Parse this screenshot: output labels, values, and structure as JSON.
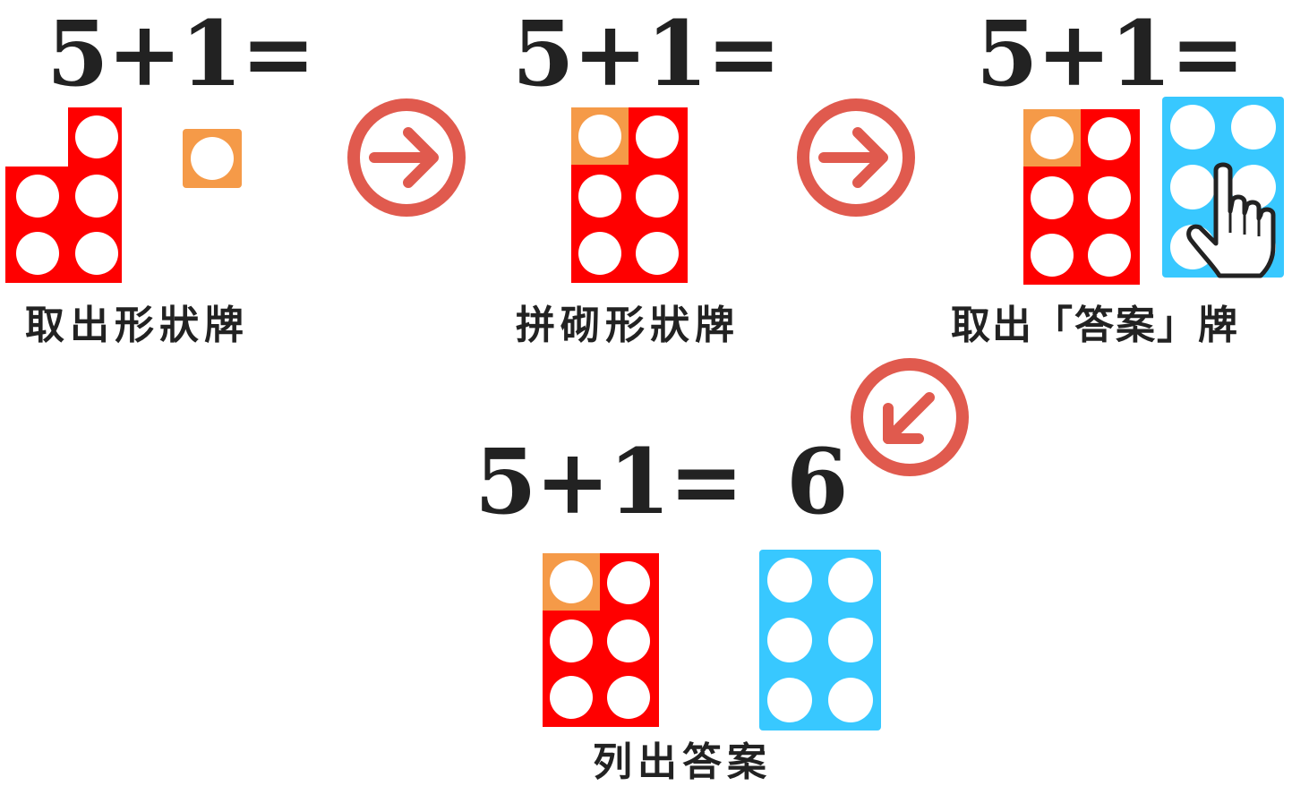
{
  "steps": [
    {
      "equation": "5+1=",
      "caption": "取出形狀牌"
    },
    {
      "equation": "5+1=",
      "caption": "拼砌形狀牌"
    },
    {
      "equation": "5+1=",
      "caption": "取出「答案」牌"
    },
    {
      "equation": "5+1=",
      "answer": "6",
      "caption": "列出答案"
    }
  ],
  "icons": {
    "arrow_right": "arrow-right-circle-icon",
    "arrow_down_left": "arrow-down-left-circle-icon",
    "pointer": "hand-pointer-icon"
  },
  "colors": {
    "red_tile": "#ff0000",
    "orange_tile": "#f59a48",
    "blue_tile": "#38c8ff",
    "arrow": "#e05a4e",
    "text": "#222222"
  }
}
